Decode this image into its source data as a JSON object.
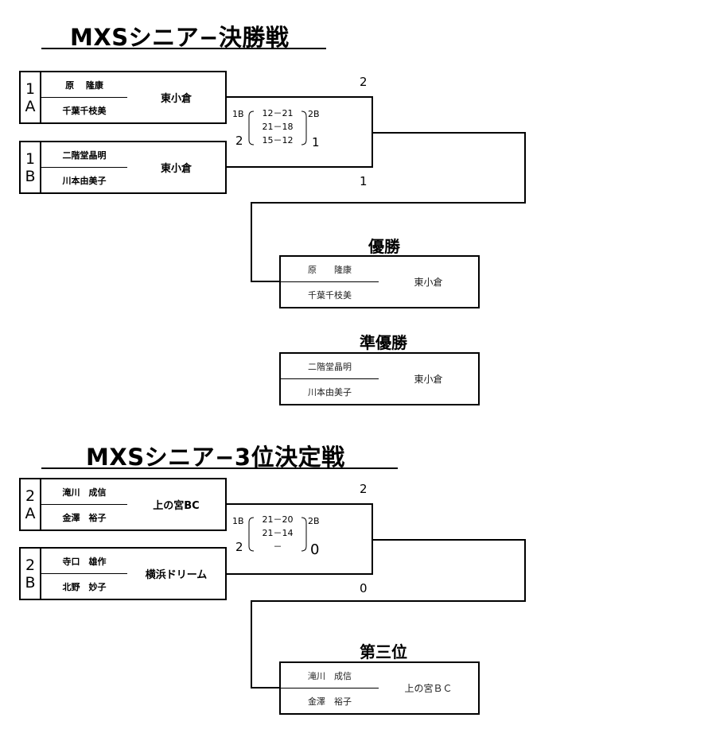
{
  "final": {
    "title": "MXSシニア−決勝戦",
    "match_a": {
      "seed_num": "1",
      "seed_letter": "A",
      "player1": "原　 隆康",
      "player2": "千葉千枝美",
      "team": "東小倉",
      "games_won": "2"
    },
    "match_b": {
      "seed_num": "1",
      "seed_letter": "B",
      "player1": "二階堂晶明",
      "player2": "川本由美子",
      "team": "東小倉",
      "games_won": "1"
    },
    "score": {
      "left_label": "1B",
      "right_label": "2B",
      "left_total": "2",
      "right_total": "1",
      "sets": [
        "12－21",
        "21－18",
        "15－12"
      ]
    },
    "winner_label": "優勝",
    "winner": {
      "player1": "原　　隆康",
      "player2": "千葉千枝美",
      "team": "東小倉"
    },
    "runner_up_label": "準優勝",
    "runner_up": {
      "player1": "二階堂晶明",
      "player2": "川本由美子",
      "team": "東小倉"
    }
  },
  "third_place": {
    "title": "MXSシニア−3位決定戦",
    "match_a": {
      "seed_num": "2",
      "seed_letter": "A",
      "player1": "滝川　成信",
      "player2": "金澤　裕子",
      "team": "上の宮BC",
      "games_won": "2"
    },
    "match_b": {
      "seed_num": "2",
      "seed_letter": "B",
      "player1": "寺口　雄作",
      "player2": "北野　妙子",
      "team": "横浜ドリーム",
      "games_won": "0"
    },
    "score": {
      "left_label": "1B",
      "right_label": "2B",
      "left_total": "2",
      "right_total": "0",
      "sets": [
        "21－20",
        "21－14",
        "－"
      ]
    },
    "third_label": "第三位",
    "third": {
      "player1": "滝川　成信",
      "player2": "金澤　裕子",
      "team": "上の宮ＢＣ"
    }
  }
}
